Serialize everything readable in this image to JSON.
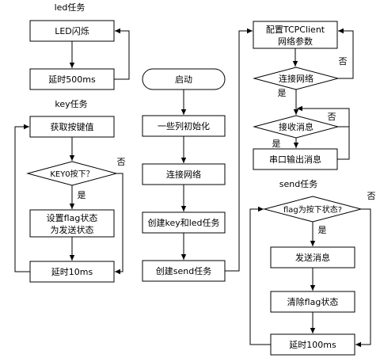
{
  "titles": {
    "led_task": "led任务",
    "key_task": "key任务",
    "send_task": "send任务"
  },
  "led": {
    "blink": "LED闪烁",
    "delay": "延时500ms"
  },
  "key": {
    "get_value": "获取按键值",
    "decision": "KEY0按下？",
    "no": "否",
    "yes": "是",
    "set_flag_line1": "设置flag状态",
    "set_flag_line2": "为发送状态",
    "delay": "延时10ms"
  },
  "main": {
    "start": "启动",
    "init": "一些列初始化",
    "connect": "连接网络",
    "create_key_led": "创建key和led任务",
    "create_send": "创建send任务"
  },
  "net": {
    "config_line1": "配置TCPClient",
    "config_line2": "网络参数",
    "connect": "连接网络",
    "connect_no": "否",
    "connect_yes": "是",
    "receive": "接收消息",
    "receive_no": "否",
    "receive_yes": "是",
    "serial_out": "串口输出消息"
  },
  "send": {
    "decision": "flag为按下状态?",
    "no": "否",
    "yes": "是",
    "send_msg": "发送消息",
    "clear_flag": "清除flag状态",
    "delay": "延时100ms"
  }
}
